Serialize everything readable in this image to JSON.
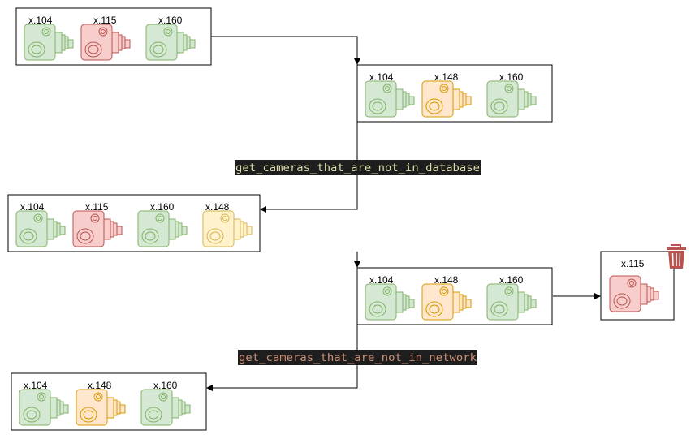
{
  "colors": {
    "green": {
      "fill": "#d5e8d4",
      "stroke": "#82b366"
    },
    "red": {
      "fill": "#f8cecc",
      "stroke": "#b85450"
    },
    "orange": {
      "fill": "#ffe6cc",
      "stroke": "#d79b00"
    },
    "yellow": {
      "fill": "#fff2cc",
      "stroke": "#d6b656"
    },
    "code_bg": "#1e1e1e",
    "code_text_1": "#dcdcaa",
    "code_text_2": "#ce9178",
    "trash": "#b85450"
  },
  "groups": [
    {
      "cameras": [
        {
          "label": "x.104",
          "color": "green"
        },
        {
          "label": "x.115",
          "color": "red"
        },
        {
          "label": "x.160",
          "color": "green"
        }
      ]
    },
    {
      "cameras": [
        {
          "label": "x.104",
          "color": "green"
        },
        {
          "label": "x.148",
          "color": "orange"
        },
        {
          "label": "x.160",
          "color": "green"
        }
      ]
    },
    {
      "cameras": [
        {
          "label": "x.104",
          "color": "green"
        },
        {
          "label": "x.115",
          "color": "red"
        },
        {
          "label": "x.160",
          "color": "green"
        },
        {
          "label": "x.148",
          "color": "yellow"
        }
      ]
    },
    {
      "cameras": [
        {
          "label": "x.104",
          "color": "green"
        },
        {
          "label": "x.148",
          "color": "orange"
        },
        {
          "label": "x.160",
          "color": "green"
        }
      ]
    },
    {
      "cameras": [
        {
          "label": "x.115",
          "color": "red"
        }
      ]
    },
    {
      "cameras": [
        {
          "label": "x.104",
          "color": "green"
        },
        {
          "label": "x.148",
          "color": "orange"
        },
        {
          "label": "x.160",
          "color": "green"
        }
      ]
    }
  ],
  "functions": {
    "database": "get_cameras_that_are_not_in_database",
    "network": "get_cameras_that_are_not_in_network"
  },
  "icons": {
    "trash": "trash-icon",
    "camera": "camera-icon"
  }
}
